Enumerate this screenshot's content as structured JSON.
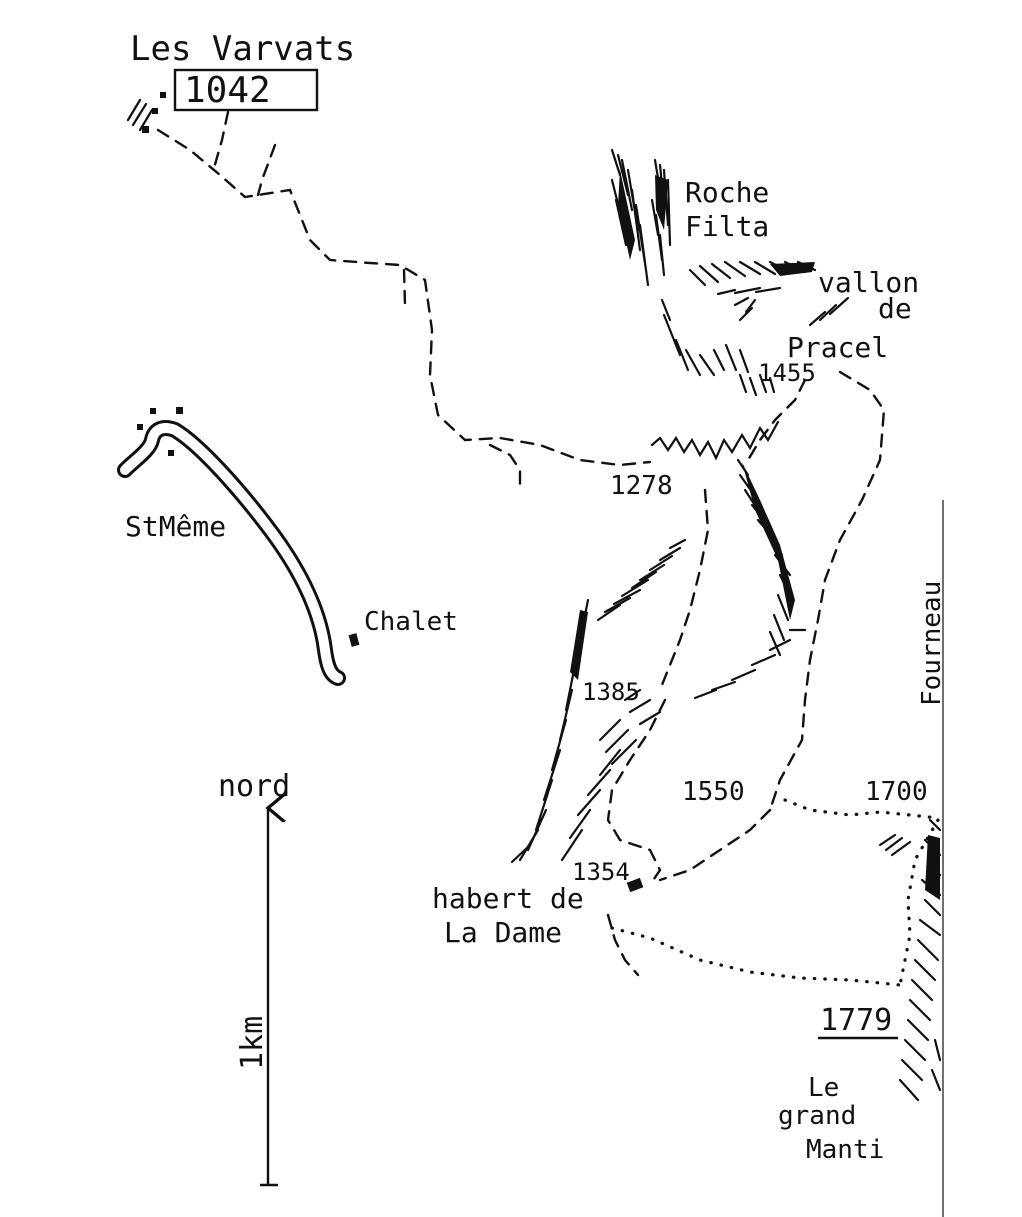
{
  "places": {
    "les_varvats": "Les Varvats",
    "roche_filta_1": "Roche",
    "roche_filta_2": "Filta",
    "vallon_1": "vallon",
    "vallon_2": "de",
    "vallon_3": "Pracel",
    "st_meme": "StMême",
    "chalet": "Chalet",
    "fourneau": "Fourneau",
    "habert_1": "habert de",
    "habert_2": "La Dame",
    "grand_manti_1": "Le",
    "grand_manti_2": "grand",
    "grand_manti_3": "Manti"
  },
  "elevations": {
    "e1042": "1042",
    "e1455": "1455",
    "e1278": "1278",
    "e1385": "1385",
    "e1550": "1550",
    "e1700": "1700",
    "e1354": "1354",
    "e1779": "1779"
  },
  "scale": {
    "north": "nord",
    "distance": "1km"
  }
}
